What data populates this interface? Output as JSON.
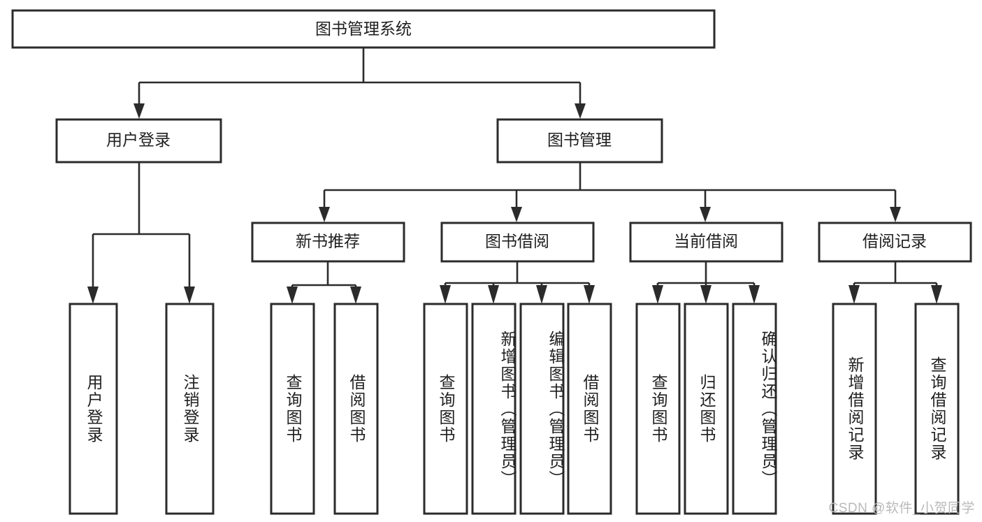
{
  "diagram": {
    "type": "tree-hierarchy",
    "title": "图书管理系统",
    "orientation": "top-down",
    "colors": {
      "box_stroke": "#2b2b2b",
      "box_fill": "#ffffff",
      "edge": "#2b2b2b",
      "text": "#1f1f1f",
      "watermark": "#b9b9b9",
      "background": "#ffffff"
    },
    "nodes": {
      "root": {
        "label": "图书管理系统",
        "level": 1,
        "text_direction": "horizontal"
      },
      "level2": [
        {
          "id": "user-login",
          "label": "用户登录",
          "text_direction": "horizontal"
        },
        {
          "id": "book-manage",
          "label": "图书管理",
          "text_direction": "horizontal"
        }
      ],
      "level3": [
        {
          "id": "new-book-recommend",
          "label": "新书推荐",
          "parent": "book-manage",
          "text_direction": "horizontal"
        },
        {
          "id": "book-borrow",
          "label": "图书借阅",
          "parent": "book-manage",
          "text_direction": "horizontal"
        },
        {
          "id": "current-borrow",
          "label": "当前借阅",
          "parent": "book-manage",
          "text_direction": "horizontal"
        },
        {
          "id": "borrow-record",
          "label": "借阅记录",
          "parent": "book-manage",
          "text_direction": "horizontal"
        }
      ],
      "leaves": [
        {
          "id": "leaf-user-login",
          "label": "用户登录",
          "parent": "user-login",
          "text_direction": "vertical"
        },
        {
          "id": "leaf-user-logout",
          "label": "注销登录",
          "parent": "user-login",
          "text_direction": "vertical"
        },
        {
          "id": "leaf-query-book-rec",
          "label": "查询图书",
          "parent": "new-book-recommend",
          "text_direction": "vertical"
        },
        {
          "id": "leaf-borrow-book-rec",
          "label": "借阅图书",
          "parent": "new-book-recommend",
          "text_direction": "vertical"
        },
        {
          "id": "leaf-query-book-borrow",
          "label": "查询图书",
          "parent": "book-borrow",
          "text_direction": "vertical"
        },
        {
          "id": "leaf-add-book",
          "label": "新增图书（管理员）",
          "parent": "book-borrow",
          "text_direction": "vertical"
        },
        {
          "id": "leaf-edit-book",
          "label": "编辑图书（管理员）",
          "parent": "book-borrow",
          "text_direction": "vertical"
        },
        {
          "id": "leaf-borrow-book",
          "label": "借阅图书",
          "parent": "book-borrow",
          "text_direction": "vertical"
        },
        {
          "id": "leaf-query-book-current",
          "label": "查询图书",
          "parent": "current-borrow",
          "text_direction": "vertical"
        },
        {
          "id": "leaf-return-book",
          "label": "归还图书",
          "parent": "current-borrow",
          "text_direction": "vertical"
        },
        {
          "id": "leaf-confirm-return",
          "label": "确认归还（管理员）",
          "parent": "current-borrow",
          "text_direction": "vertical"
        },
        {
          "id": "leaf-add-record",
          "label": "新增借阅记录",
          "parent": "borrow-record",
          "text_direction": "vertical"
        },
        {
          "id": "leaf-query-record",
          "label": "查询借阅记录",
          "parent": "borrow-record",
          "text_direction": "vertical"
        }
      ]
    },
    "watermark": "CSDN @软件_小贺同学"
  }
}
